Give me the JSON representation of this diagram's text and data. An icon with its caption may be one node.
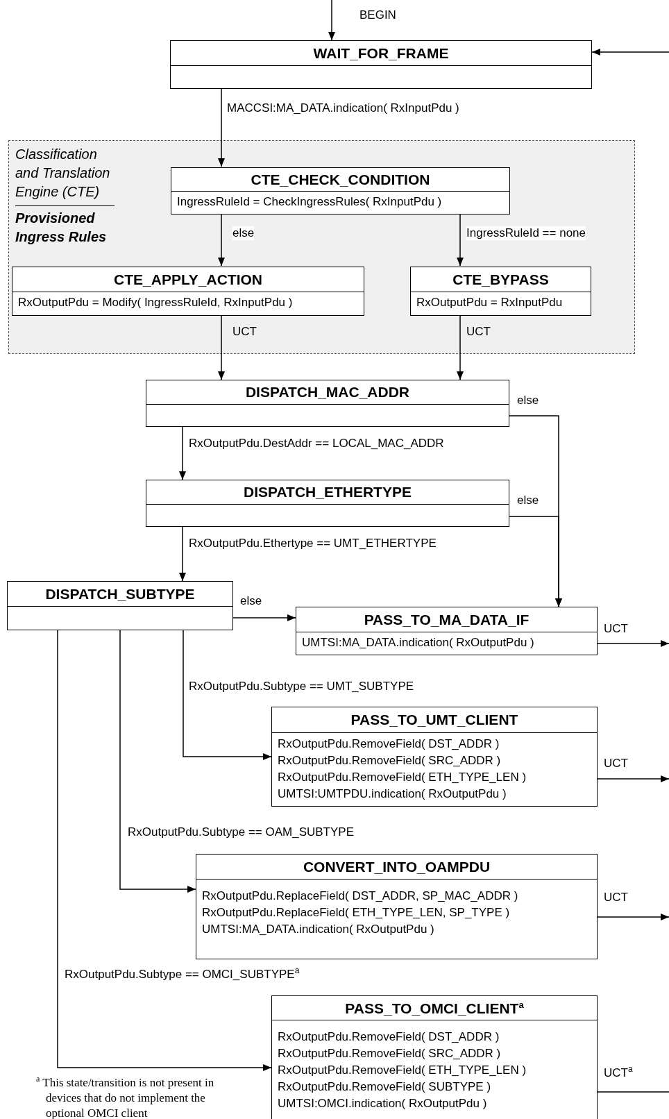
{
  "diagram": {
    "nodes": [
      {
        "text": [
          "WAIT_FOR_FRAME"
        ]
      },
      {
        "text": [
          "Classification and Translation Engine (CTE)",
          "Provisioned Ingress Rules"
        ]
      },
      {
        "text": [
          "CTE_CHECK_CONDITION",
          "IngressRuleId = CheckIngressRules( RxInputPdu )"
        ],
        "in": 1
      },
      {
        "text": [
          "CTE_APPLY_ACTION",
          "RxOutputPdu = Modify( IngressRuleId, RxInputPdu )"
        ],
        "in": 1
      },
      {
        "text": [
          "CTE_BYPASS",
          "RxOutputPdu = RxInputPdu"
        ],
        "in": 1
      },
      {
        "text": [
          "DISPATCH_MAC_ADDR"
        ]
      },
      {
        "text": [
          "DISPATCH_ETHERTYPE"
        ]
      },
      {
        "text": [
          "DISPATCH_SUBTYPE"
        ]
      },
      {
        "text": [
          "PASS_TO_MA_DATA_IF",
          "UMTSI:MA_DATA.indication( RxOutputPdu )"
        ]
      },
      {
        "text": [
          "PASS_TO_UMT_CLIENT",
          "RxOutputPdu.RemoveField( DST_ADDR )",
          "RxOutputPdu.RemoveField( SRC_ADDR )",
          "RxOutputPdu.RemoveField( ETH_TYPE_LEN )",
          "UMTSI:UMTPDU.indication( RxOutputPdu )"
        ]
      },
      {
        "text": [
          "CONVERT_INTO_OAMPDU",
          "RxOutputPdu.ReplaceField( DST_ADDR, SP_MAC_ADDR )",
          "RxOutputPdu.ReplaceField( ETH_TYPE_LEN, SP_TYPE )",
          "UMTSI:MA_DATA.indication( RxOutputPdu )"
        ]
      },
      {
        "text": [
          "PASS_TO_OMCI_CLIENT$^{a}$",
          "RxOutputPdu.RemoveField( DST_ADDR )",
          "RxOutputPdu.RemoveField( SRC_ADDR )",
          "RxOutputPdu.RemoveField( ETH_TYPE_LEN )",
          "RxOutputPdu.RemoveField( SUBTYPE )",
          "UMTSI:OMCI.indication( RxOutputPdu )"
        ]
      }
    ],
    "edges": [
      {
        "from": null,
        "to": 0,
        "arrow": "to",
        "label": "BEGIN"
      },
      {
        "from": null,
        "to": 0,
        "arrow": "to"
      },
      {
        "from": 0,
        "to": 2,
        "arrow": "to",
        "label": "MACCSI:MA_DATA.indication( RxInputPdu )"
      },
      {
        "from": 2,
        "to": 3,
        "arrow": "to",
        "label": "else"
      },
      {
        "from": 2,
        "to": 4,
        "arrow": "to",
        "label": "IngressRuleId == none"
      },
      {
        "from": 3,
        "to": 5,
        "arrow": "to",
        "label": "UCT"
      },
      {
        "from": 4,
        "to": 5,
        "arrow": "to",
        "label": "UCT"
      },
      {
        "from": 5,
        "to": 6,
        "arrow": "to",
        "label": "RxOutputPdu.DestAddr == LOCAL_MAC_ADDR"
      },
      {
        "from": 5,
        "to": 8,
        "arrow": "to",
        "label": "else"
      },
      {
        "from": 6,
        "to": 8,
        "arrow": "to",
        "label": "else"
      },
      {
        "from": 6,
        "to": 7,
        "arrow": "to",
        "label": "RxOutputPdu.Ethertype == UMT_ETHERTYPE"
      },
      {
        "from": 7,
        "to": 8,
        "arrow": "to",
        "label": "else"
      },
      {
        "from": 7,
        "to": 9,
        "arrow": "to",
        "label": "RxOutputPdu.Subtype == UMT_SUBTYPE"
      },
      {
        "from": 7,
        "to": 10,
        "arrow": "to",
        "label": "RxOutputPdu.Subtype == OAM_SUBTYPE"
      },
      {
        "from": 7,
        "to": 11,
        "arrow": "to",
        "label": "RxOutputPdu.Subtype == OMCI_SUBTYPE$^{a}$"
      },
      {
        "from": 8,
        "to": null,
        "arrow": "to",
        "label": "UCT"
      },
      {
        "from": 9,
        "to": null,
        "arrow": "to",
        "label": "UCT"
      },
      {
        "from": 10,
        "to": null,
        "arrow": "to",
        "label": "UCT"
      },
      {
        "from": 11,
        "to": null,
        "arrow": "none",
        "label": "UCT$^{a}$"
      }
    ],
    "labels": [
      "$^{a}$ This state/transition is not present in devices that do not implement the optional OMCI client"
    ]
  }
}
